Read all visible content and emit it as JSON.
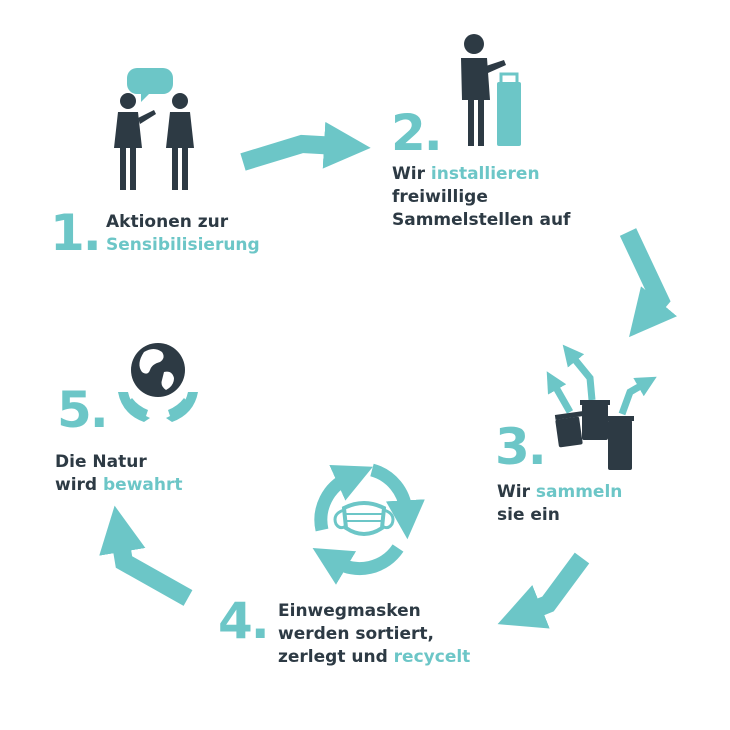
{
  "colors": {
    "accent": "#6cc6c7",
    "dark": "#2d3a44"
  },
  "steps": [
    {
      "num": "1.",
      "icon": "two-people-talking-icon",
      "lines": [
        {
          "pre": "Aktionen zur",
          "hl": ""
        },
        {
          "pre": "",
          "hl": "Sensibilisierung"
        }
      ]
    },
    {
      "num": "2.",
      "icon": "person-at-collection-bin-icon",
      "lines": [
        {
          "pre": "Wir ",
          "hl": "installieren"
        },
        {
          "pre": "freiwillige",
          "hl": ""
        },
        {
          "pre": "Sammelstellen auf",
          "hl": ""
        }
      ]
    },
    {
      "num": "3.",
      "icon": "collection-bins-icon",
      "lines": [
        {
          "pre": "Wir ",
          "hl": "sammeln"
        },
        {
          "pre": "sie ein",
          "hl": ""
        }
      ]
    },
    {
      "num": "4.",
      "icon": "recycled-mask-icon",
      "lines": [
        {
          "pre": "Einwegmasken",
          "hl": ""
        },
        {
          "pre": "werden sortiert,",
          "hl": ""
        },
        {
          "pre": "zerlegt und ",
          "hl": "recycelt"
        }
      ]
    },
    {
      "num": "5.",
      "icon": "globe-in-hands-icon",
      "lines": [
        {
          "pre": "Die Natur",
          "hl": ""
        },
        {
          "pre": "wird ",
          "hl": "bewahrt"
        }
      ]
    }
  ]
}
